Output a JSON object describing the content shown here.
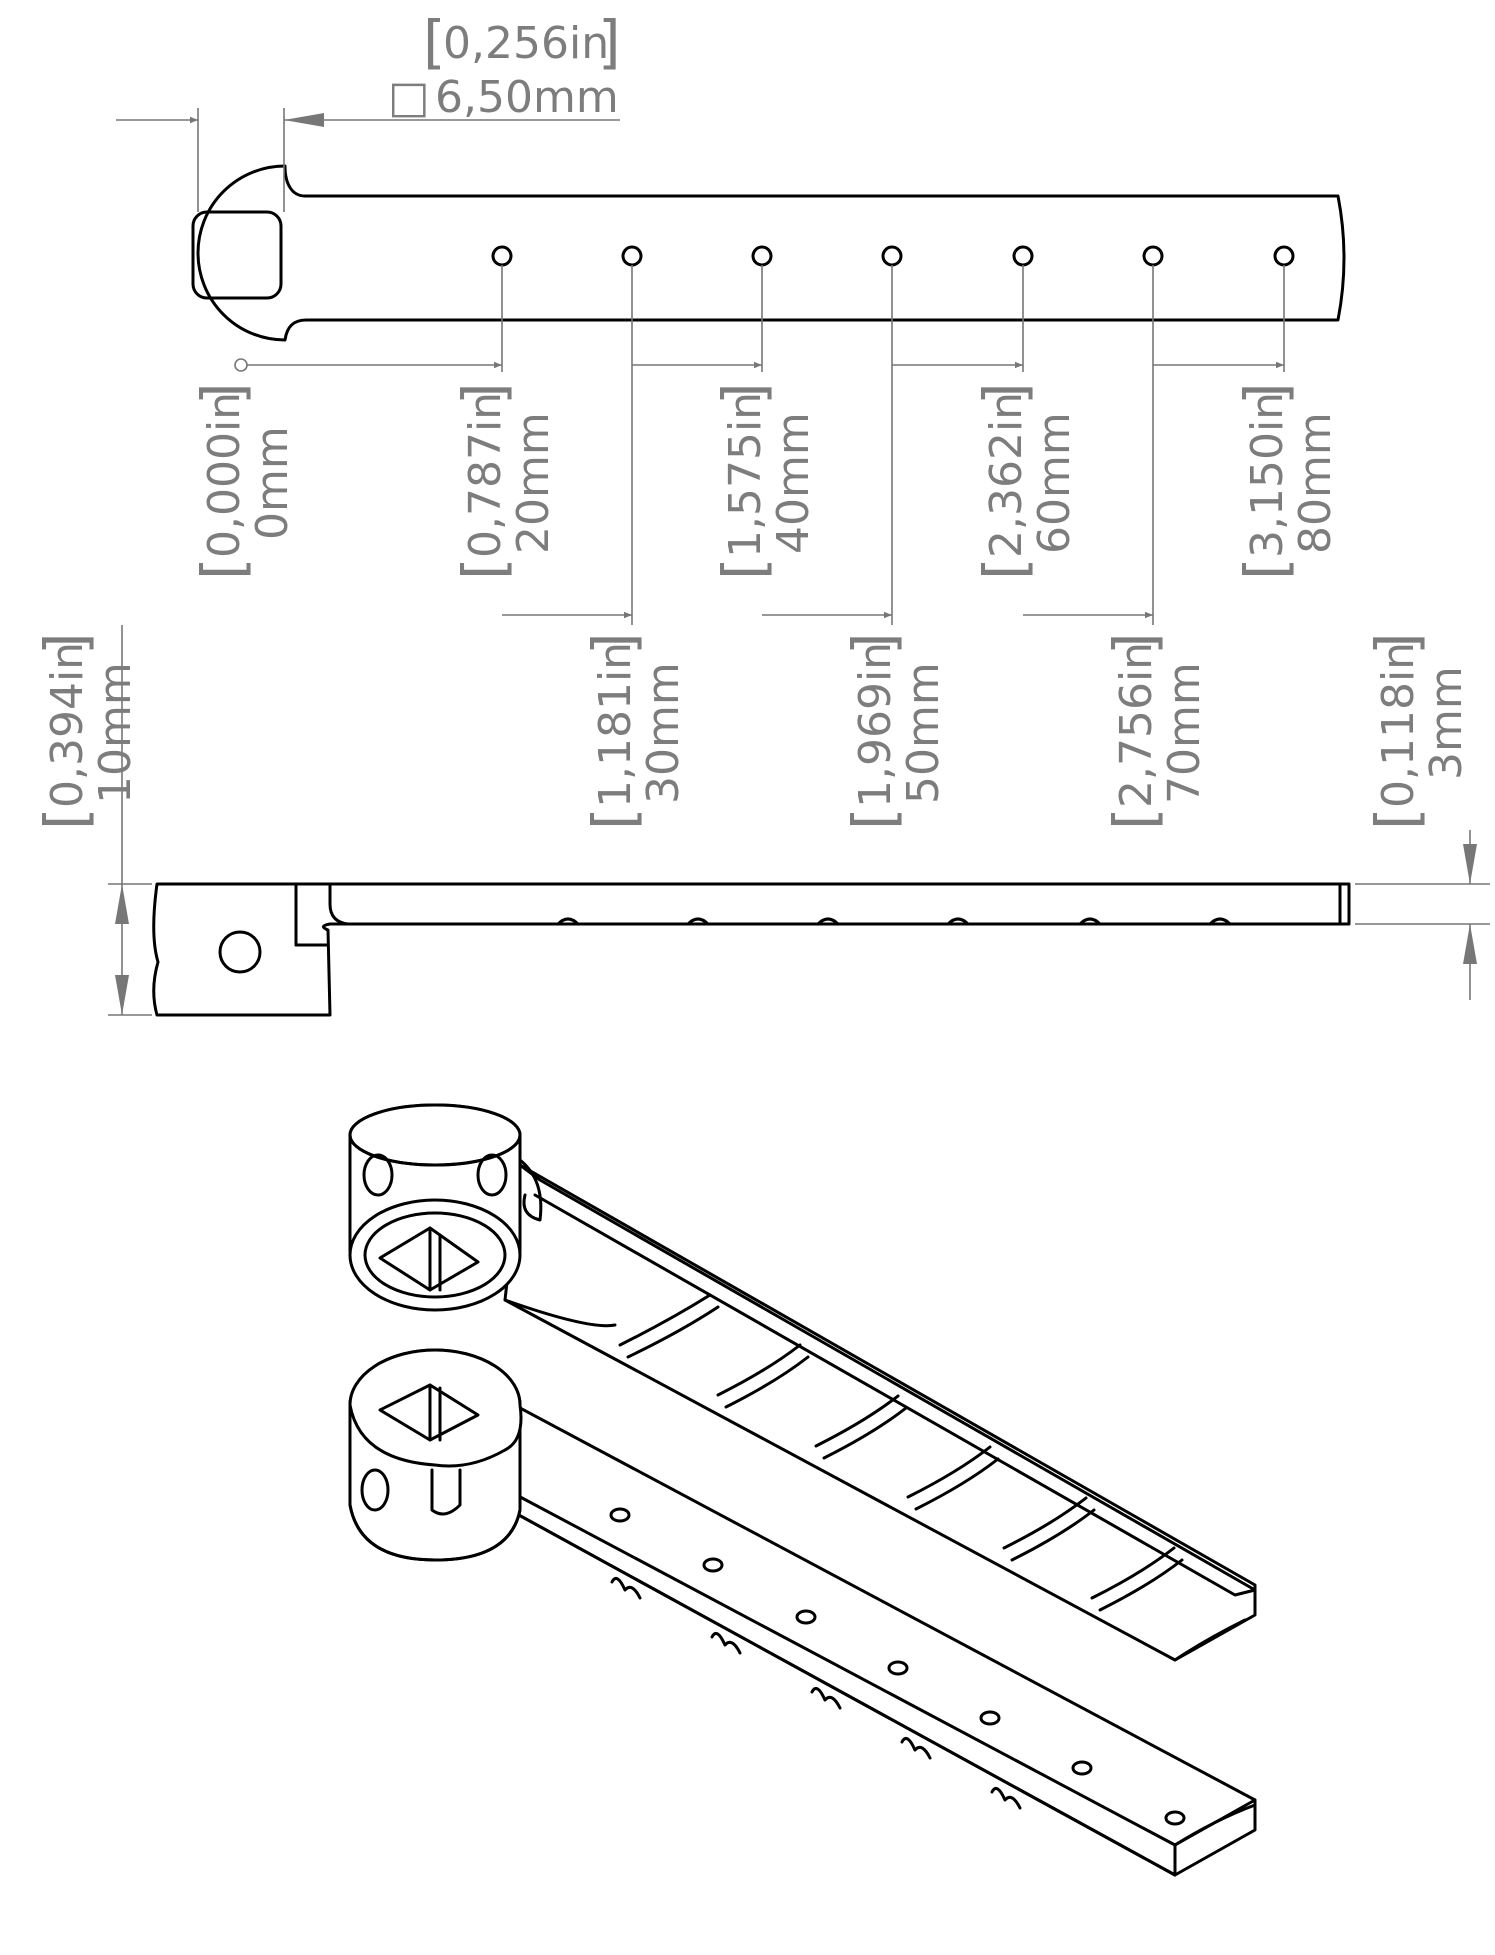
{
  "top_view": {
    "square_size": {
      "inch": "0,256in",
      "mm": "6,50mm",
      "glyph": "□"
    },
    "hole_offsets": [
      {
        "inch": "0,000in",
        "mm": "0mm"
      },
      {
        "inch": "0,787in",
        "mm": "20mm"
      },
      {
        "inch": "1,181in",
        "mm": "30mm"
      },
      {
        "inch": "1,575in",
        "mm": "40mm"
      },
      {
        "inch": "1,969in",
        "mm": "50mm"
      },
      {
        "inch": "2,362in",
        "mm": "60mm"
      },
      {
        "inch": "2,756in",
        "mm": "70mm"
      },
      {
        "inch": "3,150in",
        "mm": "80mm"
      }
    ]
  },
  "side_view": {
    "height": {
      "inch": "0,394in",
      "mm": "10mm"
    },
    "thickness": {
      "inch": "0,118in",
      "mm": "3mm"
    }
  }
}
